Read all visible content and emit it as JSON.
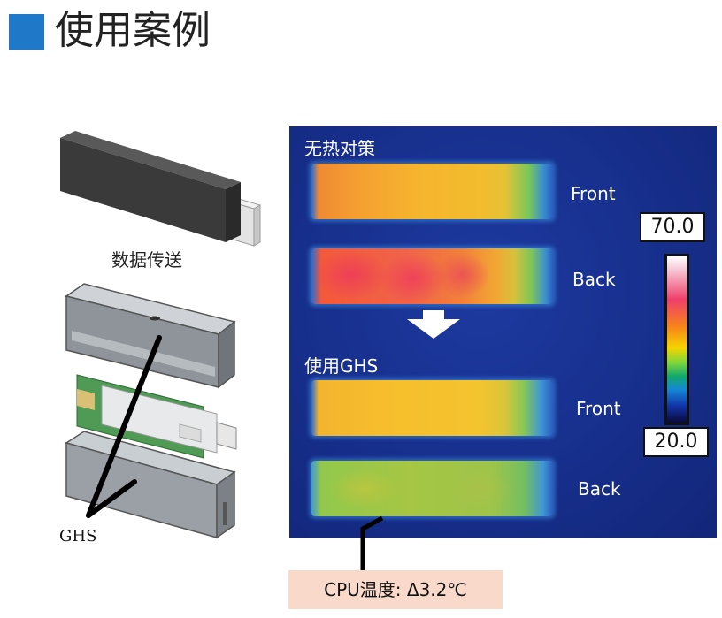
{
  "title": "使用案例",
  "colors": {
    "accent": "#1f78c8",
    "panel_background": "#172f8c",
    "callout_background": "#f9d9c9"
  },
  "left_illustration": {
    "caption": "数据传送",
    "ghs_label": "GHS"
  },
  "thermal_panel": {
    "without_measure_heading": "无热对策",
    "with_ghs_heading": "使用GHS",
    "front_label_1": "Front",
    "back_label_1": "Back",
    "front_label_2": "Front",
    "back_label_2": "Back",
    "scale_max": "70.0",
    "scale_min": "20.0"
  },
  "callout": {
    "text": "CPU温度: Δ3.2℃"
  }
}
